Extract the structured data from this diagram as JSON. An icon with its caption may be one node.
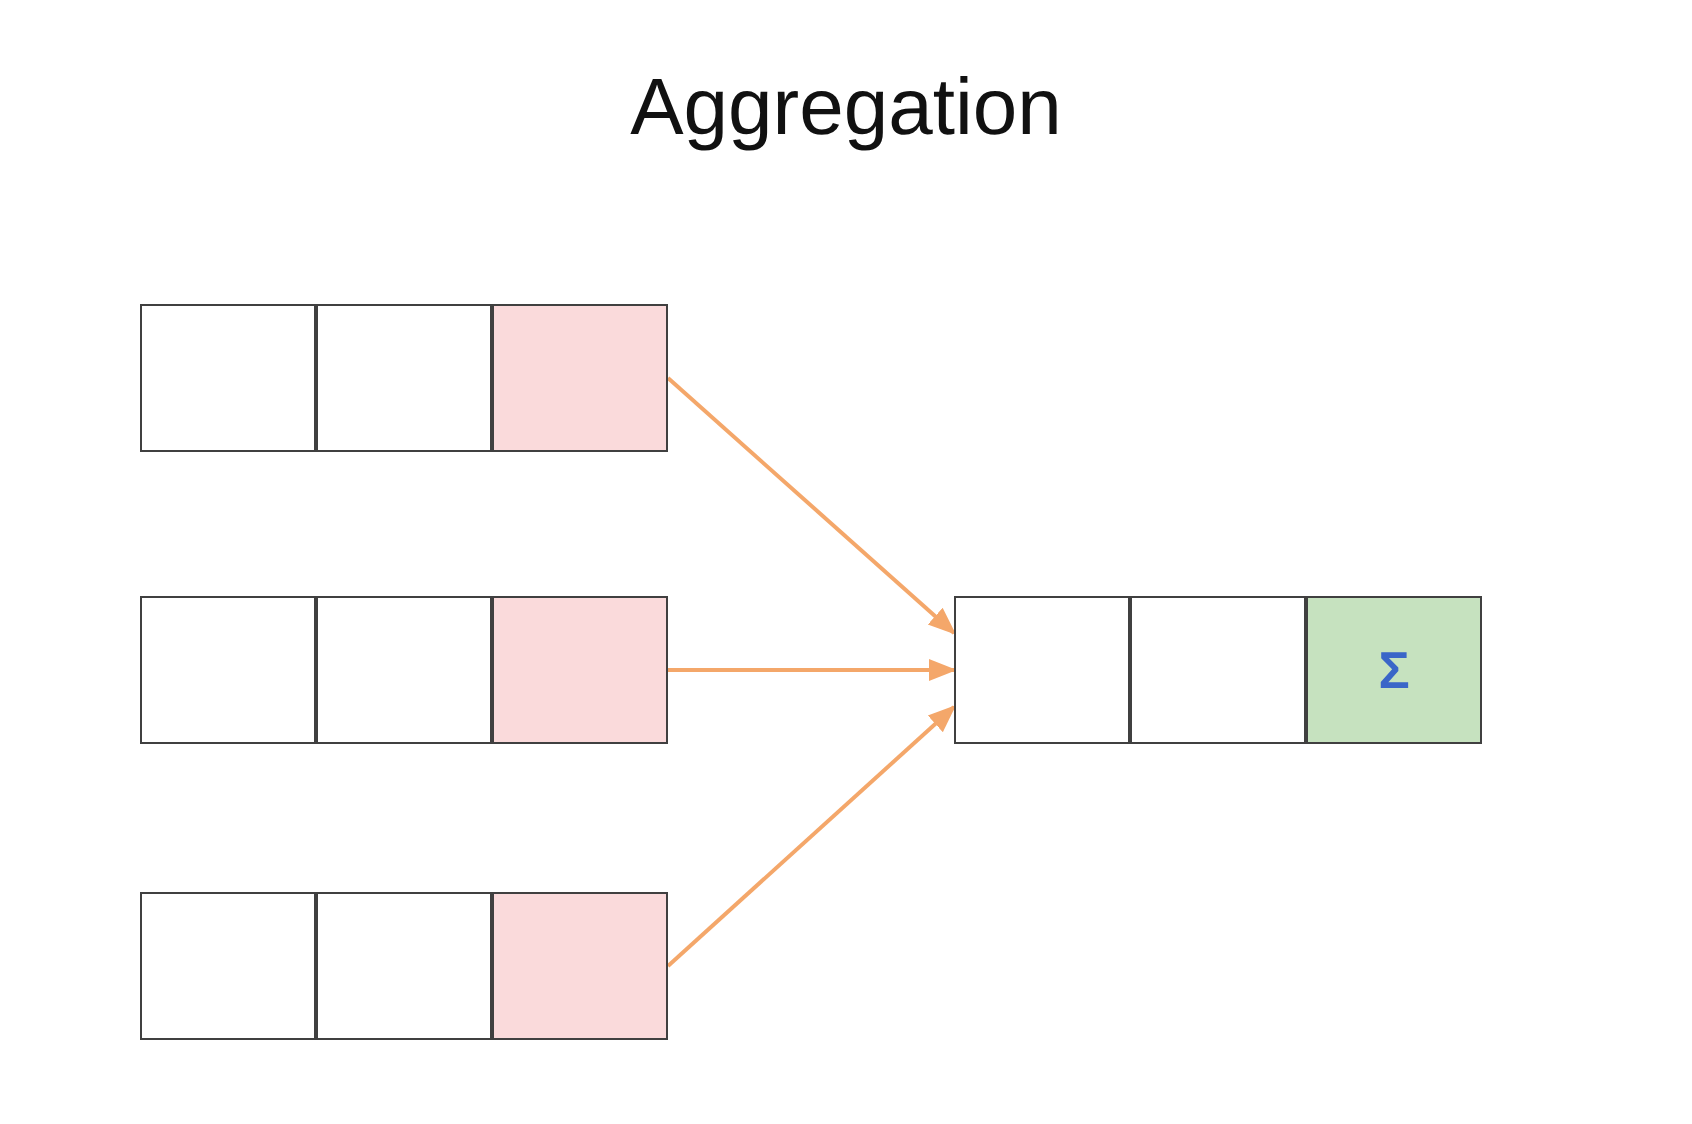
{
  "diagram": {
    "title": "Aggregation",
    "nodes": [
      {
        "text": [],
        "shape": "box"
      },
      {
        "text": [],
        "shape": "box"
      },
      {
        "text": [],
        "shape": "box"
      },
      {
        "text": [],
        "shape": "box"
      },
      {
        "text": [],
        "shape": "box"
      },
      {
        "text": [],
        "shape": "box"
      },
      {
        "text": [],
        "shape": "box"
      },
      {
        "text": [],
        "shape": "box"
      },
      {
        "text": [
          "Σ"
        ]
      },
      {
        "text": [],
        "shape": "box"
      },
      {
        "text": [],
        "shape": "box"
      },
      {
        "text": [],
        "shape": "box"
      }
    ],
    "edges": [
      {
        "from": 2,
        "to": 6,
        "arrow": "to"
      },
      {
        "from": 5,
        "to": 6,
        "arrow": "to"
      },
      {
        "from": 11,
        "to": 6,
        "arrow": "to"
      }
    ]
  }
}
